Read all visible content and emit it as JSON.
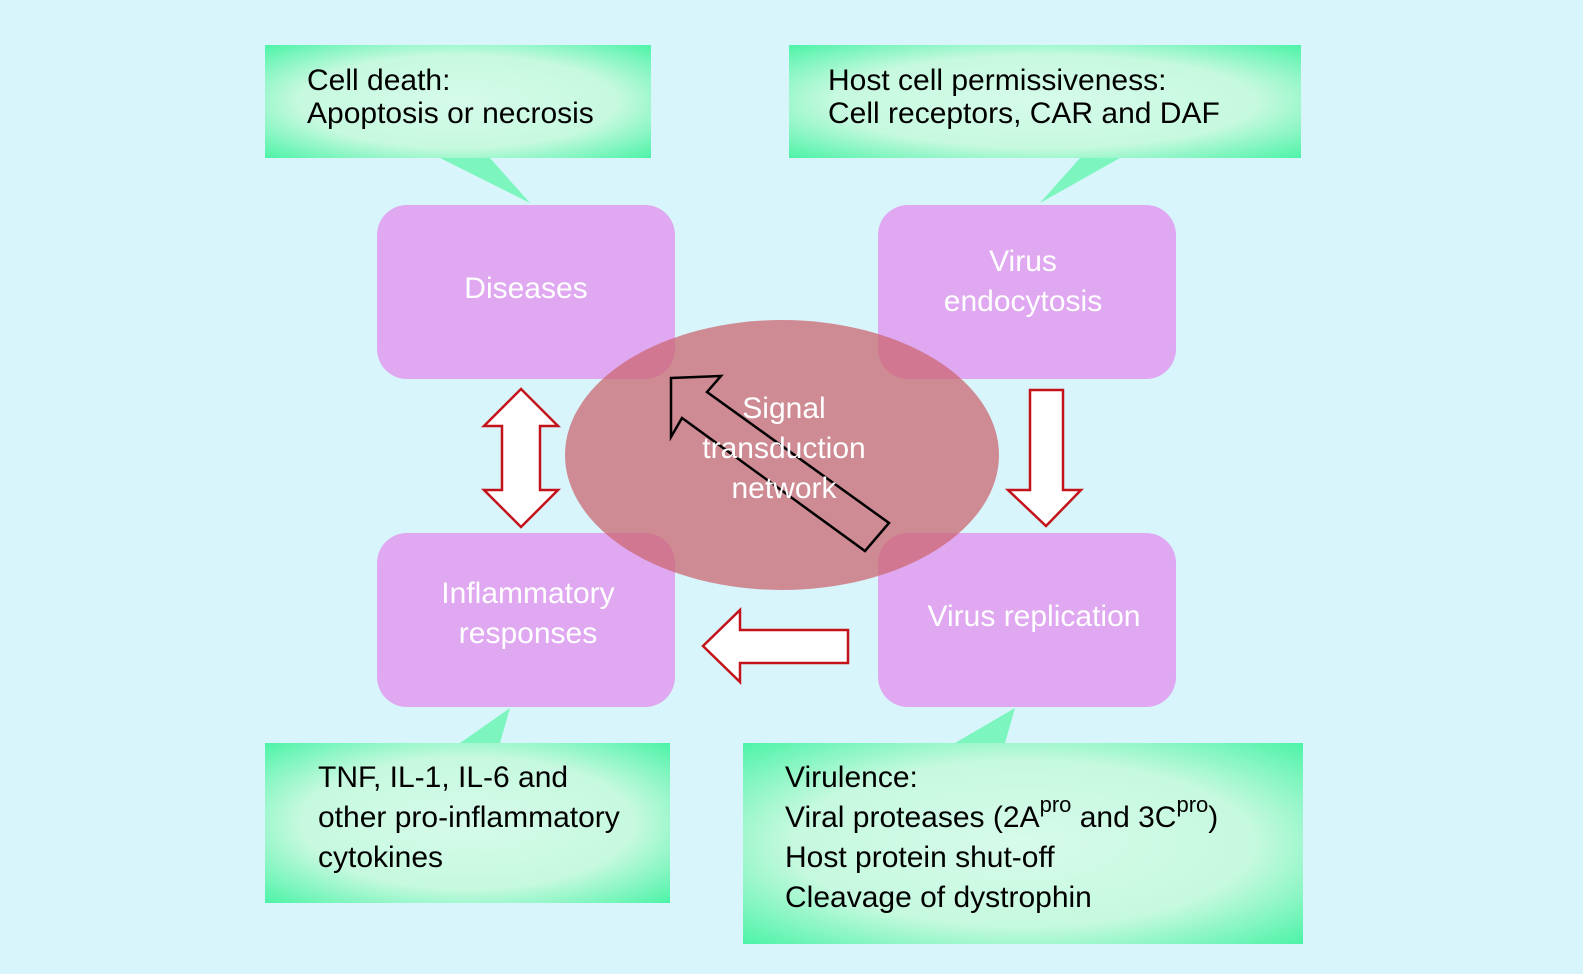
{
  "callouts": {
    "cell_death": {
      "lines": [
        "Cell death:",
        "Apoptosis or necrosis"
      ]
    },
    "host_cell": {
      "lines": [
        "Host cell permissiveness:",
        "Cell receptors, CAR and DAF"
      ]
    },
    "cytokines": {
      "lines": [
        "TNF, IL-1, IL-6 and",
        "other pro-inflammatory",
        "cytokines"
      ]
    },
    "virulence": {
      "line1": "Virulence:",
      "line2_a": "Viral proteases (2A",
      "line2_sup1": "pro",
      "line2_b": " and 3C",
      "line2_sup2": "pro",
      "line2_c": ")",
      "line3": "Host protein shut-off",
      "line4": "Cleavage of dystrophin"
    }
  },
  "nodes": {
    "diseases": {
      "lines": [
        "Diseases"
      ]
    },
    "virus_endocytosis": {
      "lines": [
        "Virus",
        "endocytosis"
      ]
    },
    "inflammatory": {
      "lines": [
        "Inflammatory",
        "responses"
      ]
    },
    "virus_replication": {
      "lines": [
        "Virus replication"
      ]
    }
  },
  "center": {
    "lines": [
      "Signal",
      "transduction",
      "network"
    ]
  },
  "colors": {
    "background": "#d8f5fc",
    "node_fill": "#dfa8f0",
    "ellipse_fill": "#d3858a",
    "arrow_stroke": "#c4121a",
    "callout_edge": "#2ef09a",
    "callout_center": "#d4fbe8"
  }
}
